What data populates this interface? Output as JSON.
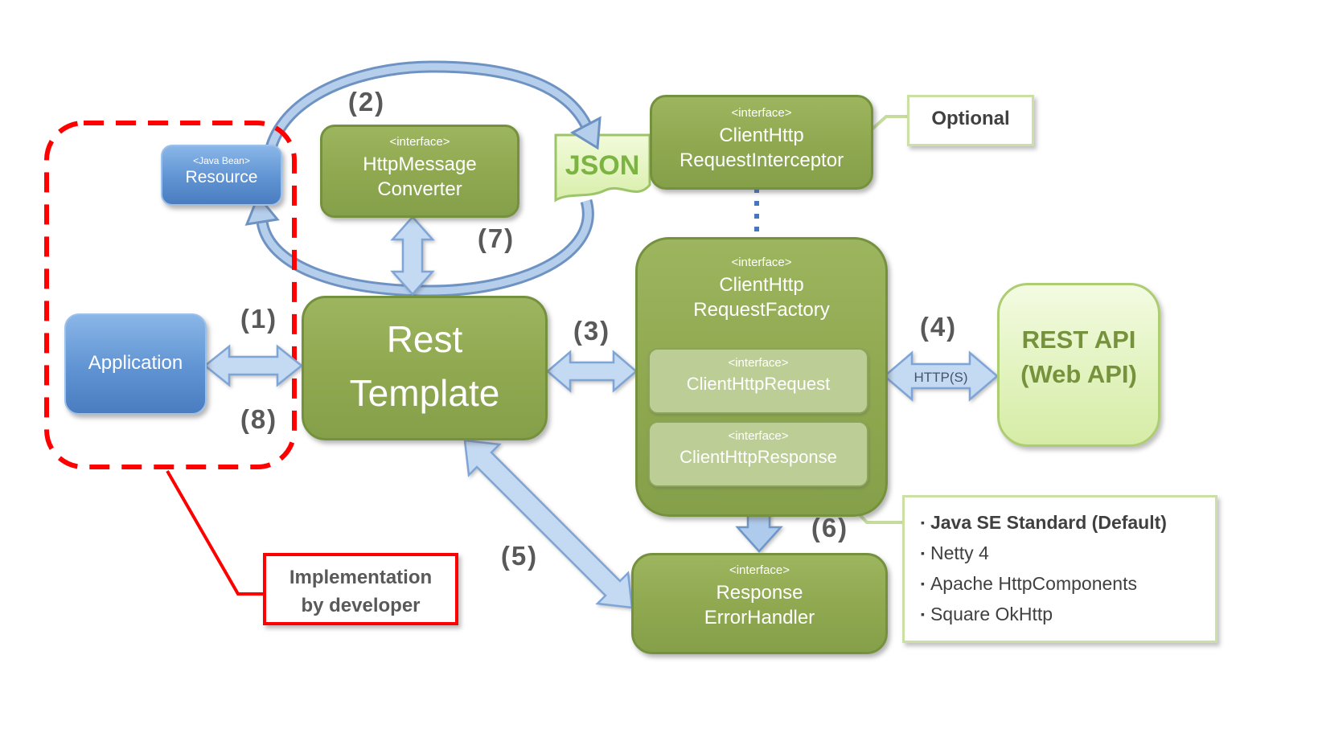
{
  "boxes": {
    "resource": {
      "stereotype": "<Java Bean>",
      "name": "Resource"
    },
    "application": {
      "name": "Application"
    },
    "http_message_converter": {
      "stereotype": "<interface>",
      "line1": "HttpMessage",
      "line2": "Converter"
    },
    "client_http_request_interceptor": {
      "stereotype": "<interface>",
      "line1": "ClientHttp",
      "line2": "RequestInterceptor"
    },
    "rest_template": {
      "line1": "Rest",
      "line2": "Template"
    },
    "client_http_request_factory": {
      "stereotype": "<interface>",
      "line1": "ClientHttp",
      "line2": "RequestFactory"
    },
    "client_http_request": {
      "stereotype": "<interface>",
      "name": "ClientHttpRequest"
    },
    "client_http_response": {
      "stereotype": "<interface>",
      "name": "ClientHttpResponse"
    },
    "rest_api": {
      "line1": "REST API",
      "line2": "(Web API)"
    },
    "response_error_handler": {
      "stereotype": "<interface>",
      "line1": "Response",
      "line2": "ErrorHandler"
    }
  },
  "labels": {
    "json": "JSON",
    "https": "HTTP(S)",
    "optional": "Optional",
    "step1": "(1)",
    "step2": "(2)",
    "step3": "(3)",
    "step4": "(4)",
    "step5": "(5)",
    "step6": "(6)",
    "step7": "(7)",
    "step8": "(8)"
  },
  "notes": {
    "implementation": {
      "line1": "Implementation",
      "line2": "by developer"
    },
    "factory_options": {
      "bullet": "▪",
      "items": [
        "Java SE Standard (Default)",
        "Netty 4",
        "Apache HttpComponents",
        "Square OkHttp"
      ]
    }
  },
  "colors": {
    "box_green": "#8fa850",
    "box_green_border": "#75913e",
    "box_green_light": "#bcce96",
    "box_blue": "#4a7dc0",
    "pale_green_fill": "#e2f3bf",
    "dark_green_text": "#76923c",
    "arrow_fill": "#c4d9f2",
    "arrow_stroke": "#7fa5d7",
    "cycle_dark": "#6e93c3",
    "cycle_light": "#b5ceec",
    "dotted_blue": "#4576be",
    "boundary_red": "#ff0000",
    "note_border_green": "#ccdfa4",
    "number_gray": "#595959"
  }
}
